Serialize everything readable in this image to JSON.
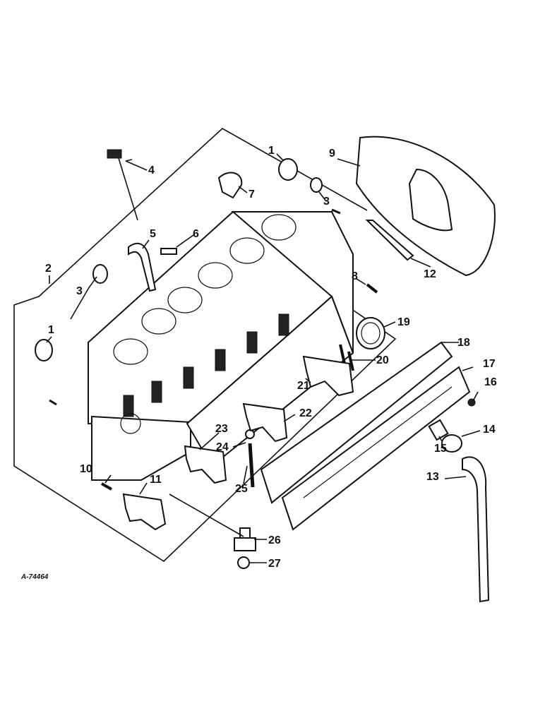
{
  "diagram": {
    "reference_code": "A-74464",
    "callouts": [
      "1",
      "2",
      "3",
      "4",
      "5",
      "6",
      "7",
      "8",
      "9",
      "10",
      "11",
      "12",
      "13",
      "14",
      "15",
      "16",
      "17",
      "18",
      "19",
      "20",
      "21",
      "22",
      "23",
      "24",
      "25",
      "26",
      "27"
    ],
    "callout_1b": "1",
    "callout_3b": "3"
  }
}
